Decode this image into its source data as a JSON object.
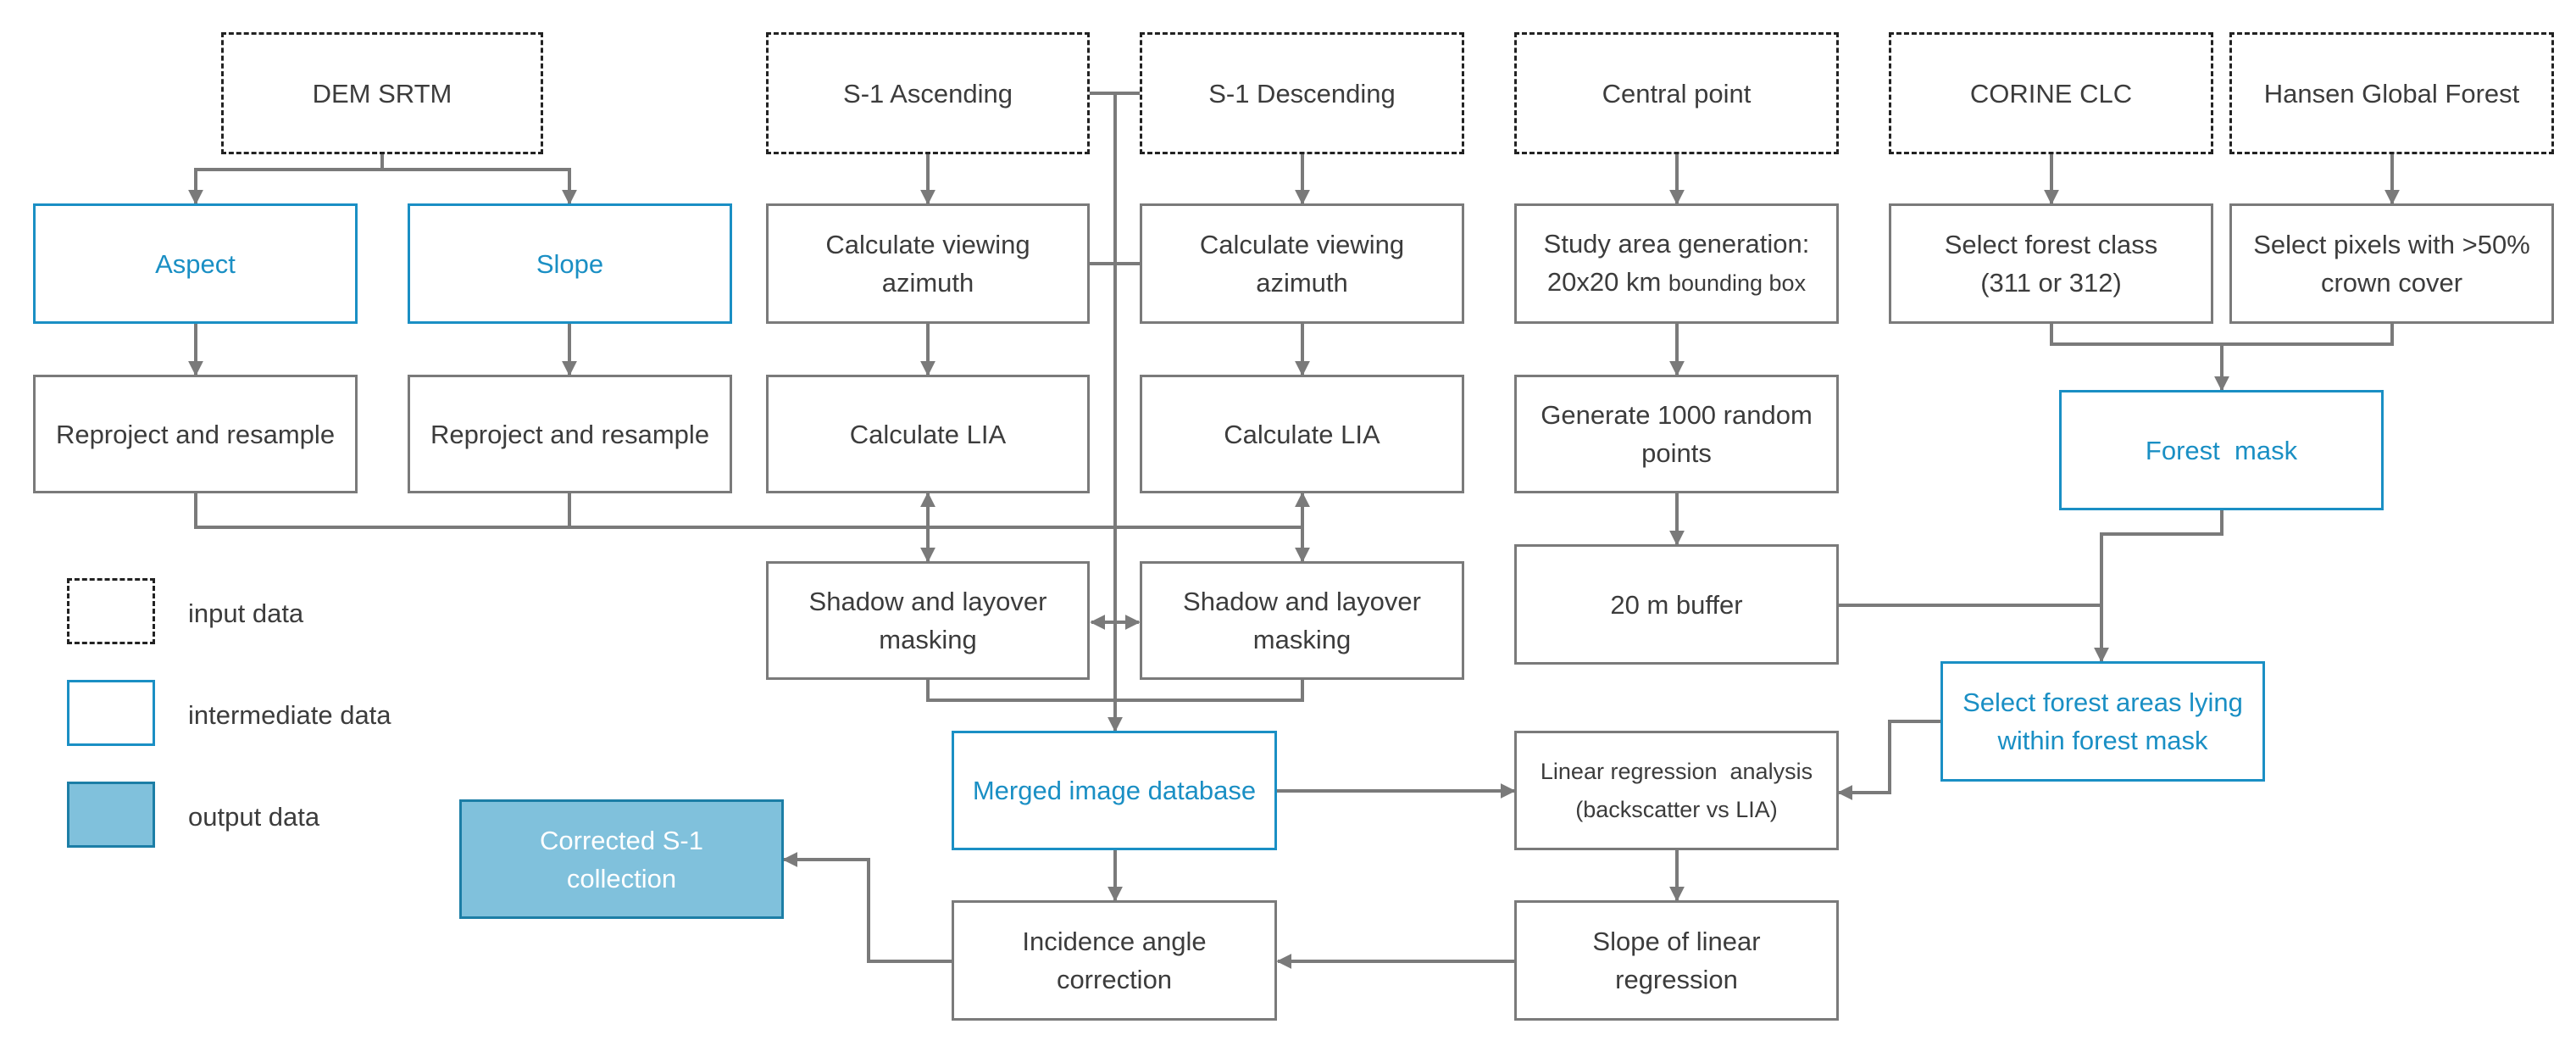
{
  "nodes": {
    "dem_srtm": "DEM SRTM",
    "s1_ascending": "S-1 Ascending",
    "s1_descending": "S-1 Descending",
    "central_point": "Central point",
    "corine_clc": "CORINE CLC",
    "hansen_forest": "Hansen Global Forest",
    "aspect": "Aspect",
    "slope": "Slope",
    "calc_azimuth_asc": {
      "line1": "Calculate viewing",
      "line2": "azimuth"
    },
    "calc_azimuth_desc": {
      "line1": "Calculate viewing",
      "line2": "azimuth"
    },
    "study_area": {
      "line1": "Study area generation:",
      "line2a": "20x20 km ",
      "line2b": "bounding box"
    },
    "select_forest_class": {
      "line1": "Select forest class",
      "line2": "(311 or 312)"
    },
    "select_pixels": {
      "line1": "Select pixels with >50%",
      "line2": "crown cover"
    },
    "reproject_1": "Reproject and resample",
    "reproject_2": "Reproject and resample",
    "calc_lia_asc": "Calculate LIA",
    "calc_lia_desc": "Calculate LIA",
    "random_points": {
      "line1": "Generate 1000 random",
      "line2": "points"
    },
    "forest_mask": "Forest  mask",
    "shadow_asc": {
      "line1": "Shadow and layover",
      "line2": "masking"
    },
    "shadow_desc": {
      "line1": "Shadow and layover",
      "line2": "masking"
    },
    "buffer": "20 m buffer",
    "select_forest_areas": {
      "line1": "Select forest areas lying",
      "line2": "within forest mask"
    },
    "merged_db": "Merged image database",
    "linear_regression": {
      "line1": "Linear regression  analysis",
      "line2": "(backscatter vs LIA)"
    },
    "corrected_s1": {
      "line1": "Corrected S-1",
      "line2": "collection"
    },
    "incidence_correction": {
      "line1": "Incidence angle",
      "line2": "correction"
    },
    "slope_regression": {
      "line1": "Slope of linear",
      "line2": "regression"
    }
  },
  "legend": {
    "input": "input data",
    "intermediate": "intermediate data",
    "output": "output data"
  },
  "colors": {
    "intermediate": "#1a8fc4",
    "output_fill": "#80c1dc",
    "connector": "#7a7a7a"
  }
}
